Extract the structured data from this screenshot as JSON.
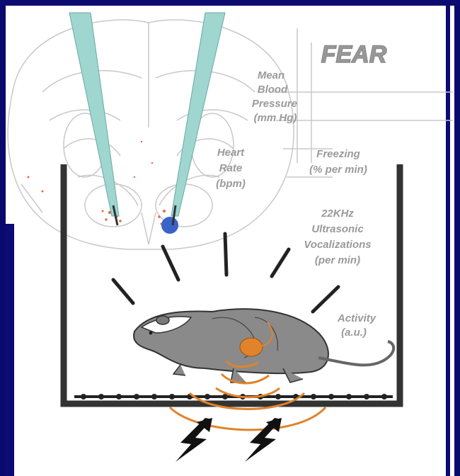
{
  "diagram": {
    "title": "FEAR",
    "labels": {
      "blood_pressure": [
        "Mean",
        "Blood",
        "Pressure",
        "(mm Hg)"
      ],
      "heart_rate": [
        "Heart",
        "Rate",
        "(bpm)"
      ],
      "freezing": [
        "Freezing",
        "(% per min)"
      ],
      "vocalizations": [
        "22KHz",
        "Ultrasonic",
        "Vocalizations",
        "(per min)"
      ],
      "activity": [
        "Activity",
        "(a.u.)"
      ]
    },
    "icons": [
      "brain-section",
      "recording-electrode",
      "rat",
      "shock-bolt"
    ],
    "colors": {
      "electrode": "#9fd6d0",
      "lesion": "#3a63c8",
      "cage": "#333333",
      "orange": "#e0832a",
      "text": "#9a9a9a"
    }
  }
}
